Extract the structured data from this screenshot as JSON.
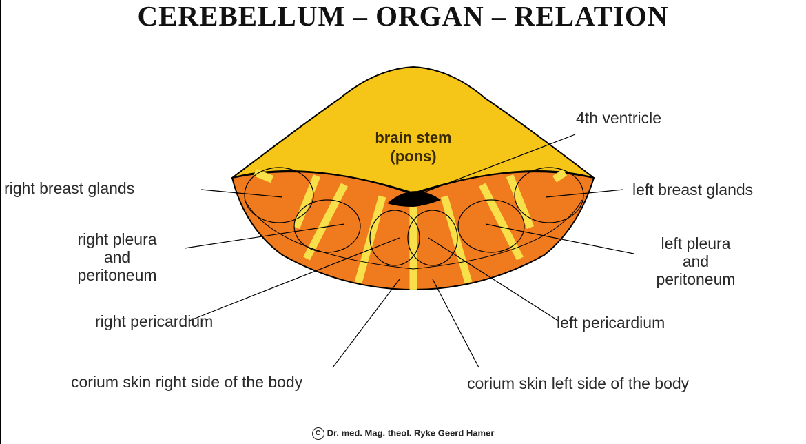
{
  "title": "CEREBELLUM – ORGAN – RELATION",
  "brain_stem": {
    "line1": "brain stem",
    "line2": "(pons)"
  },
  "labels": {
    "fourth_ventricle": "4th ventricle",
    "right_breast_glands": "right breast glands",
    "left_breast_glands": "left breast glands",
    "right_pleura": {
      "line1": "right pleura",
      "line2": "and",
      "line3": "peritoneum"
    },
    "left_pleura": {
      "line1": "left pleura",
      "line2": "and",
      "line3": "peritoneum"
    },
    "right_pericardium": "right pericardium",
    "left_pericardium": "left pericardium",
    "corium_right": "corium skin right side of the body",
    "corium_left": "corium skin left side of the body"
  },
  "copyright": {
    "symbol": "C",
    "text": "Dr. med. Mag. theol. Ryke Geerd Hamer"
  },
  "colors": {
    "brain_stem": "#f5c518",
    "cerebellum": "#f07a1e",
    "stripe": "#f7e04a",
    "ventricle": "#000000"
  }
}
